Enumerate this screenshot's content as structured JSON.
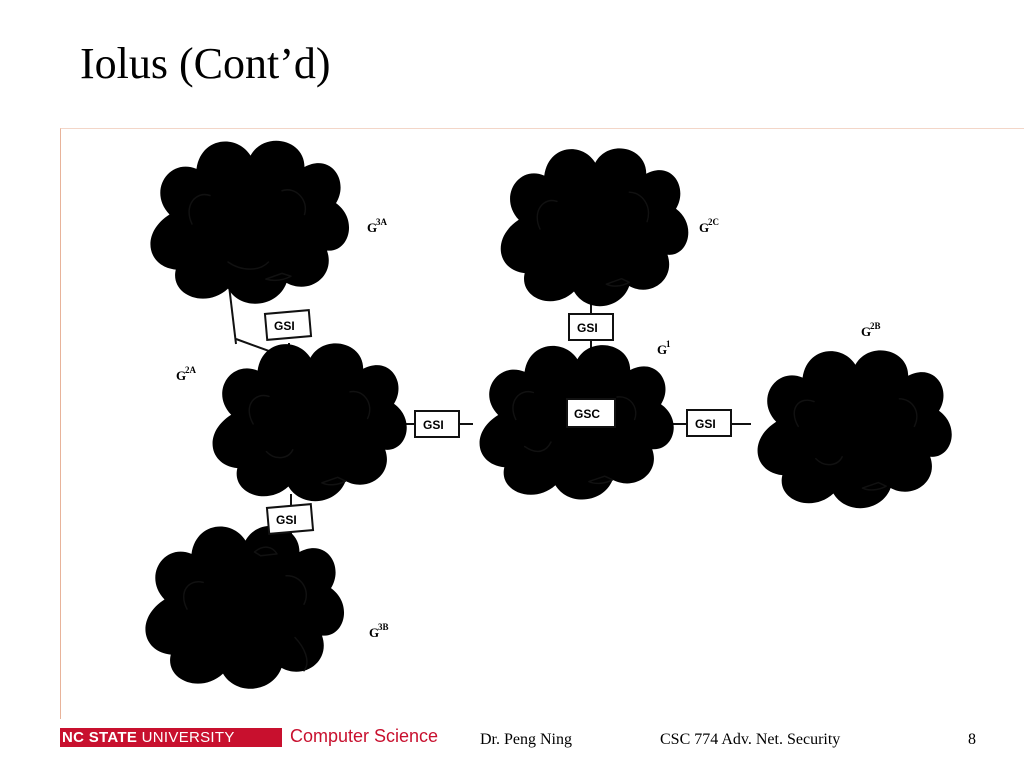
{
  "slide": {
    "title": "Iolus (Cont’d)"
  },
  "diagram": {
    "groups": [
      {
        "id": "g3a",
        "base": "G",
        "sup": "3A"
      },
      {
        "id": "g2c",
        "base": "G",
        "sup": "2C"
      },
      {
        "id": "g1",
        "base": "G",
        "sup": "1"
      },
      {
        "id": "g2b",
        "base": "G",
        "sup": "2B"
      },
      {
        "id": "g2a",
        "base": "G",
        "sup": "2A"
      },
      {
        "id": "g3b",
        "base": "G",
        "sup": "3B"
      }
    ],
    "center_box": "GSC",
    "intermediary_box": "GSI"
  },
  "footer": {
    "university_bold": "NC STATE",
    "university_rest": " UNIVERSITY",
    "department": "Computer Science",
    "author": "Dr. Peng Ning",
    "course": "CSC 774 Adv. Net. Security",
    "page": "8"
  },
  "colors": {
    "brand_red": "#c8102e",
    "frame_accent": "#e8b39a"
  }
}
